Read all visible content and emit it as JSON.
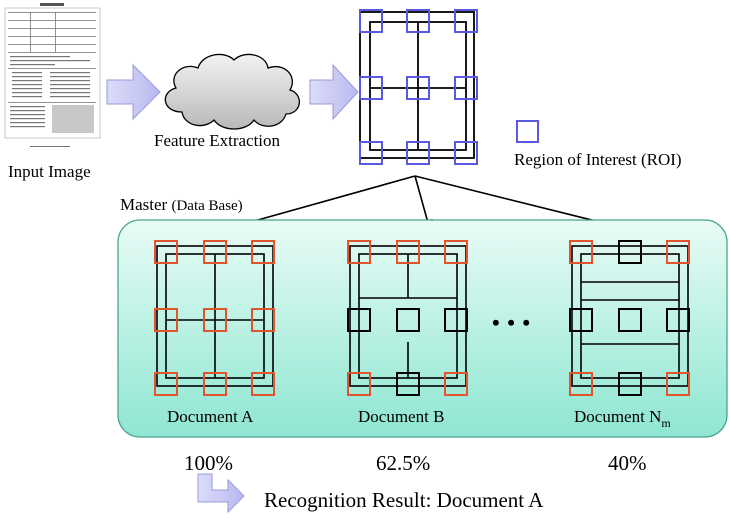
{
  "input": {
    "label": "Input Image"
  },
  "feature": {
    "label": "Feature Extraction"
  },
  "roi_legend": {
    "label": "Region of Interest (ROI)"
  },
  "master": {
    "title": "Master",
    "paren": "(Data Base)"
  },
  "documents": [
    {
      "label": "Document A",
      "score": "100%"
    },
    {
      "label": "Document B",
      "score": "62.5%"
    },
    {
      "label": "Document N",
      "label_sub": "m",
      "score": "40%"
    }
  ],
  "ellipsis": "• • •",
  "result": {
    "label": "Recognition Result: Document A"
  },
  "colors": {
    "roi_blue": "#5a5ae0",
    "arrow_fill": "#c8c8f4",
    "arrow_stroke": "#9a9ad8",
    "match_red": "#e2542c",
    "db_fill": "#8fe6d2",
    "db_stroke": "#4aa58c",
    "cloud_fill": "#cfcfcf"
  }
}
